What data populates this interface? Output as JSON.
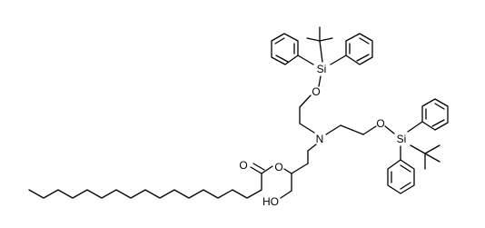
{
  "molecule": {
    "atoms": {
      "si_top": "Si",
      "o_top": "O",
      "n_center": "N",
      "o_right": "O",
      "si_right": "Si",
      "o_ester": "O",
      "o_carbonyl": "O",
      "ho": "HO"
    }
  }
}
